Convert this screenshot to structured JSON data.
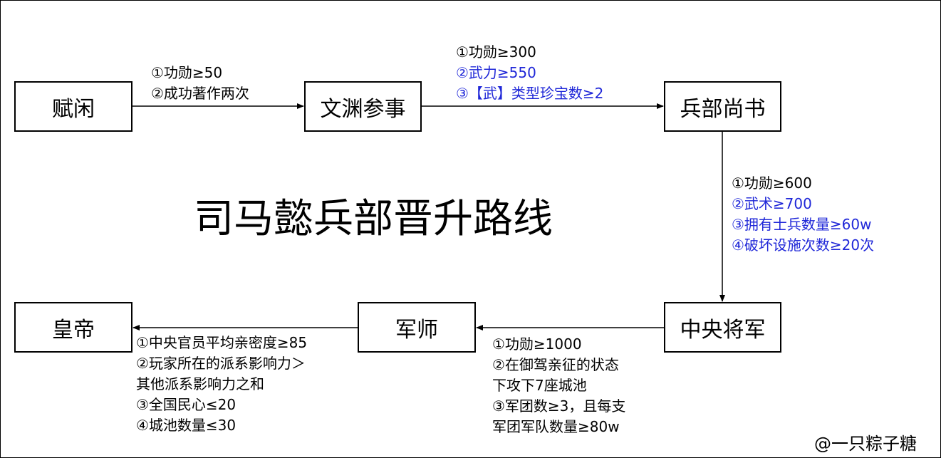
{
  "title": "司马懿兵部晋升路线",
  "watermark": "@一只粽子糖",
  "colors": {
    "highlight": "#1f27d8",
    "text": "#000000"
  },
  "nodes": {
    "fuxian": "赋闲",
    "wenyuan": "文渊参事",
    "bingbu": "兵部尚书",
    "zhongyang": "中央将军",
    "junshi": "军师",
    "huangdi": "皇帝"
  },
  "conditions": {
    "fuxian_to_wenyuan": [
      {
        "text": "①功勋≥50",
        "color": "black"
      },
      {
        "text": "②成功著作两次",
        "color": "black"
      }
    ],
    "wenyuan_to_bingbu": [
      {
        "text": "①功勋≥300",
        "color": "black"
      },
      {
        "text": "②武力≥550",
        "color": "blue"
      },
      {
        "text": "③【武】类型珍宝数≥2",
        "color": "blue"
      }
    ],
    "bingbu_to_zhongyang": [
      {
        "text": "①功勋≥600",
        "color": "black"
      },
      {
        "text": "②武术≥700",
        "color": "blue"
      },
      {
        "text": "③拥有士兵数量≥60w",
        "color": "blue"
      },
      {
        "text": "④破坏设施次数≥20次",
        "color": "blue"
      }
    ],
    "zhongyang_to_junshi": [
      {
        "text": "①功勋≥1000",
        "color": "black"
      },
      {
        "text": "②在御驾亲征的状态",
        "color": "black"
      },
      {
        "text": "下攻下7座城池",
        "color": "black"
      },
      {
        "text": "③军团数≥3，且每支",
        "color": "black"
      },
      {
        "text": "军团军队数量≥80w",
        "color": "black"
      }
    ],
    "junshi_to_huangdi": [
      {
        "text": "①中央官员平均亲密度≥85",
        "color": "black"
      },
      {
        "text": "②玩家所在的派系影响力＞",
        "color": "black"
      },
      {
        "text": "其他派系影响力之和",
        "color": "black"
      },
      {
        "text": "③全国民心≤20",
        "color": "black"
      },
      {
        "text": "④城池数量≤30",
        "color": "black"
      }
    ]
  }
}
